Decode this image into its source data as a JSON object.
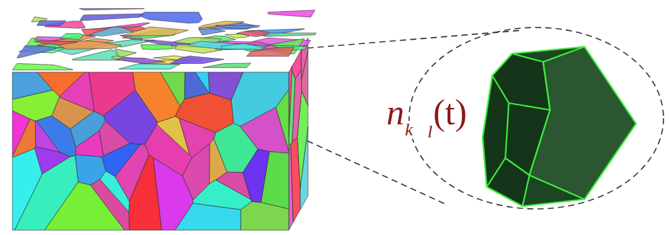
{
  "diagram": {
    "labels": [
      "n",
      "k⃗",
      "l",
      "(t)"
    ]
  }
}
